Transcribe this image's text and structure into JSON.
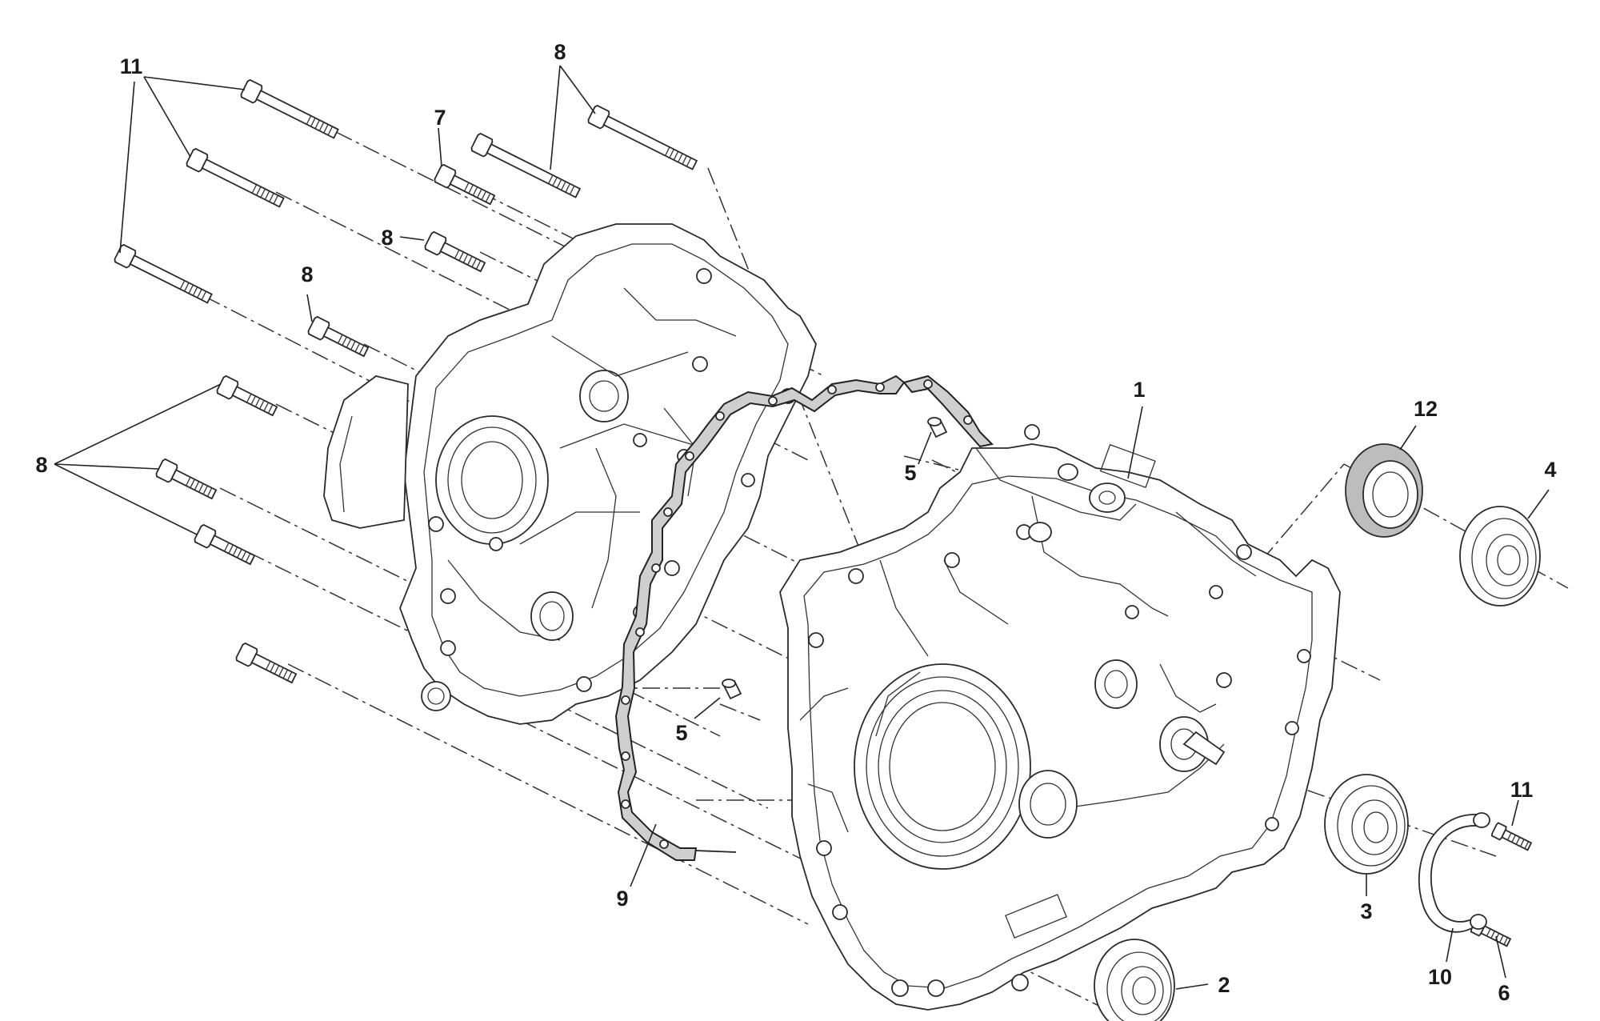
{
  "callouts": [
    {
      "id": "c1",
      "text": "1"
    },
    {
      "id": "c2",
      "text": "2"
    },
    {
      "id": "c3",
      "text": "3"
    },
    {
      "id": "c4",
      "text": "4"
    },
    {
      "id": "c5a",
      "text": "5"
    },
    {
      "id": "c5b",
      "text": "5"
    },
    {
      "id": "c6",
      "text": "6"
    },
    {
      "id": "c7",
      "text": "7"
    },
    {
      "id": "c8a",
      "text": "8"
    },
    {
      "id": "c8b",
      "text": "8"
    },
    {
      "id": "c8c",
      "text": "8"
    },
    {
      "id": "c8d",
      "text": "8"
    },
    {
      "id": "c9",
      "text": "9"
    },
    {
      "id": "c10",
      "text": "10"
    },
    {
      "id": "c11a",
      "text": "11"
    },
    {
      "id": "c11b",
      "text": "11"
    },
    {
      "id": "c12",
      "text": "12"
    }
  ]
}
